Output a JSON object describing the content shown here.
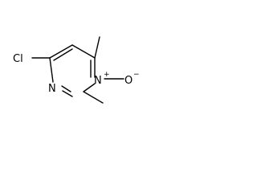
{
  "molecule": {
    "atoms": {
      "cl": "Cl",
      "n3": "N",
      "n1": "N",
      "n1_charge": "+",
      "o": "O",
      "o_charge": "−"
    }
  }
}
